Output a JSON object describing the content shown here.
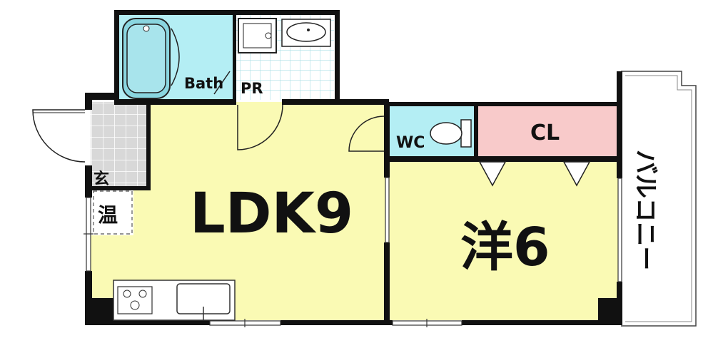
{
  "rooms": {
    "bath": "Bath",
    "powder_room": "PR",
    "ldk": "LDK9",
    "wc": "WC",
    "closet": "CL",
    "western": "洋6",
    "entrance": "玄",
    "water_heater": "温",
    "balcony": "バルコニー"
  },
  "colors": {
    "ldk": "#fafab4",
    "western": "#fafab4",
    "wet_area": "#b4eef4",
    "closet": "#f8caca",
    "entrance_tile": "#d8d8d8",
    "wall": "#111111"
  },
  "icons": {
    "bathtub": "bathtub-icon",
    "washbasin": "washbasin-icon",
    "toilet": "toilet-icon",
    "stove": "stove-icon",
    "sink": "kitchen-sink-icon",
    "washer": "washing-machine-pan-icon"
  }
}
